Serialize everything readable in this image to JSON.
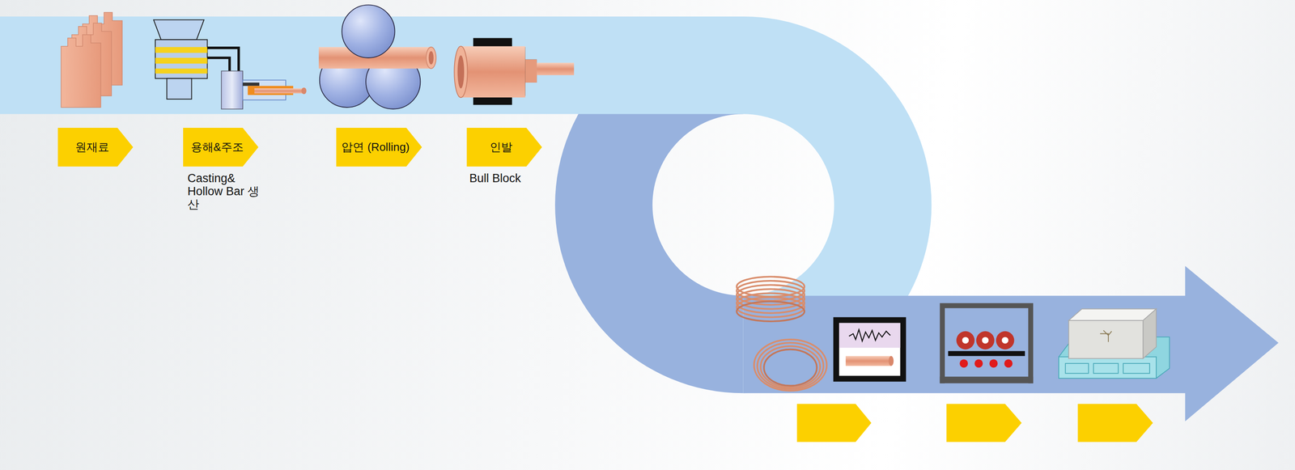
{
  "diagram": {
    "nodes": [
      {
        "text": [
          "원재료"
        ]
      },
      {
        "text": [
          "용해&주조",
          "Casting& Hollow Bar 생산"
        ]
      },
      {
        "text": [
          "압연 (Rolling)"
        ]
      },
      {
        "text": [
          "인발",
          "Bull Block"
        ]
      }
    ]
  }
}
